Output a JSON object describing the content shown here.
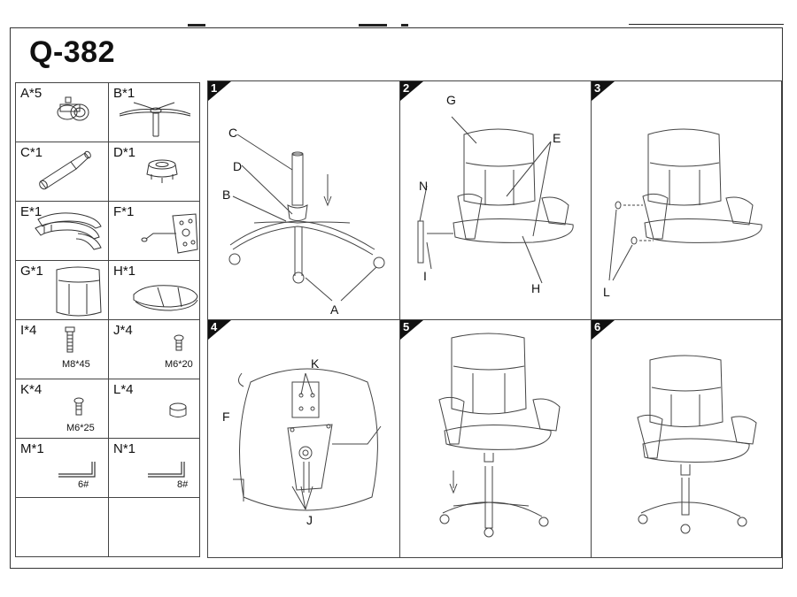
{
  "title": "Q-382",
  "parts": [
    {
      "label": "A*5",
      "size": ""
    },
    {
      "label": "B*1",
      "size": ""
    },
    {
      "label": "C*1",
      "size": ""
    },
    {
      "label": "D*1",
      "size": ""
    },
    {
      "label": "E*1",
      "size": ""
    },
    {
      "label": "F*1",
      "size": ""
    },
    {
      "label": "G*1",
      "size": ""
    },
    {
      "label": "H*1",
      "size": ""
    },
    {
      "label": "I*4",
      "size": "M8*45"
    },
    {
      "label": "J*4",
      "size": "M6*20"
    },
    {
      "label": "K*4",
      "size": "M6*25"
    },
    {
      "label": "L*4",
      "size": ""
    },
    {
      "label": "M*1",
      "size": "6#"
    },
    {
      "label": "N*1",
      "size": "8#"
    }
  ],
  "steps": [
    {
      "number": "1",
      "callouts": [
        "C",
        "D",
        "B",
        "A"
      ]
    },
    {
      "number": "2",
      "callouts": [
        "G",
        "E",
        "N",
        "I",
        "H"
      ]
    },
    {
      "number": "3",
      "callouts": [
        "L"
      ]
    },
    {
      "number": "4",
      "callouts": [
        "K",
        "F",
        "J"
      ]
    },
    {
      "number": "5",
      "callouts": []
    },
    {
      "number": "6",
      "callouts": []
    }
  ]
}
